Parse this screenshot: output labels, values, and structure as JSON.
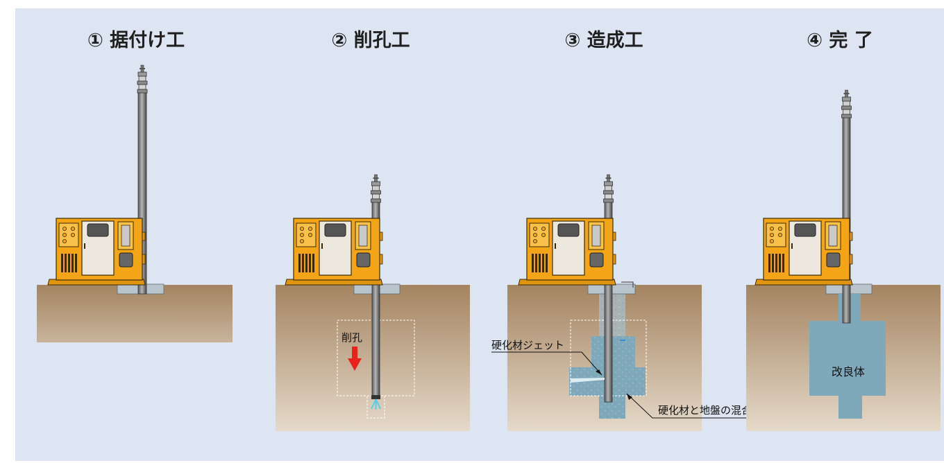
{
  "steps": [
    {
      "title": "① 据付け工"
    },
    {
      "title": "② 削孔工"
    },
    {
      "title": "③ 造成工"
    },
    {
      "title": "④ 完 了"
    }
  ],
  "labels": {
    "drilling": "削孔",
    "hardener_jet": "硬化材ジェット",
    "mixture": "硬化材と地盤の混合体",
    "improved_body": "改良体"
  },
  "colors": {
    "background": "#dee5f2",
    "machine": "#f3a417",
    "soil_top": "#a48461",
    "soil_bottom": "#e5d9c9",
    "grout": "#7fa9bb",
    "arrow": "#e8231c"
  }
}
